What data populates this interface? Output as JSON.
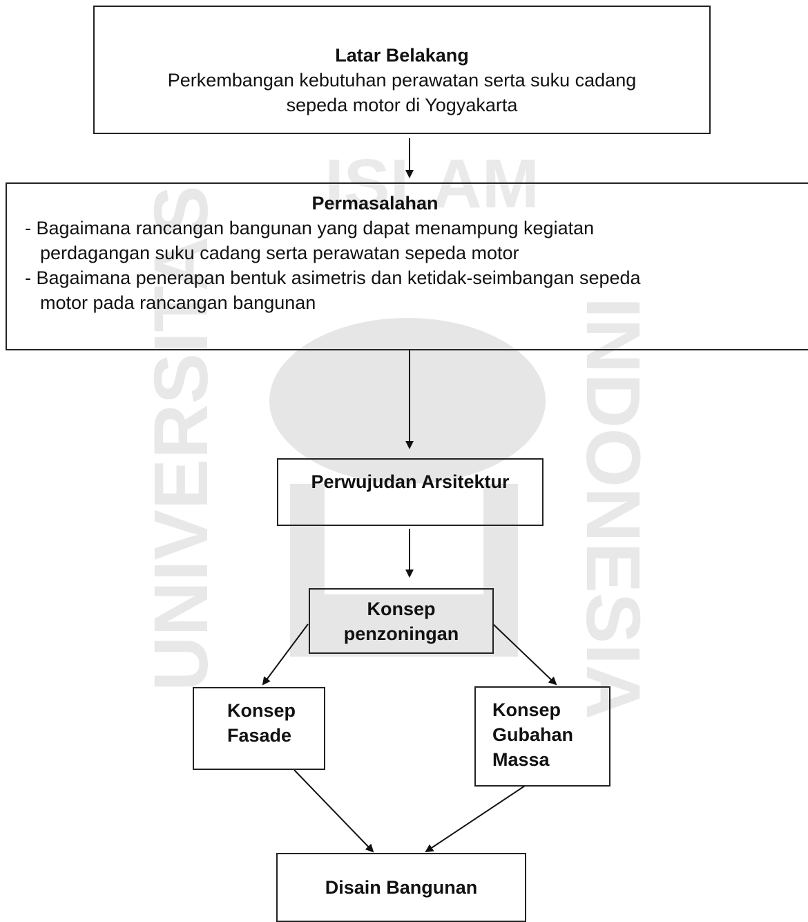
{
  "nodes": {
    "latar": {
      "title": "Latar Belakang",
      "line1": "Perkembangan kebutuhan perawatan serta suku cadang",
      "line2": "sepeda motor di Yogyakarta"
    },
    "permasalahan": {
      "title": "Permasalahan",
      "bullet1_line1": "- Bagaimana rancangan bangunan yang dapat menampung kegiatan",
      "bullet1_line2": "perdagangan suku cadang serta perawatan sepeda motor",
      "bullet2_line1": "- Bagaimana penerapan bentuk asimetris dan ketidak-seimbangan sepeda",
      "bullet2_line2": "motor pada rancangan bangunan"
    },
    "perwujudan": {
      "title": "Perwujudan Arsitektur"
    },
    "zoning": {
      "line1": "Konsep",
      "line2": "penzoningan"
    },
    "fasade": {
      "line1": "Konsep",
      "line2": "Fasade"
    },
    "gubahan": {
      "line1": "Konsep",
      "line2": "Gubahan",
      "line3": "Massa"
    },
    "disain": {
      "title": "Disain Bangunan"
    }
  },
  "watermark": {
    "text_left": "UNIVERSITAS",
    "text_right": "INDONESIA",
    "text_top": "ISLAM"
  }
}
